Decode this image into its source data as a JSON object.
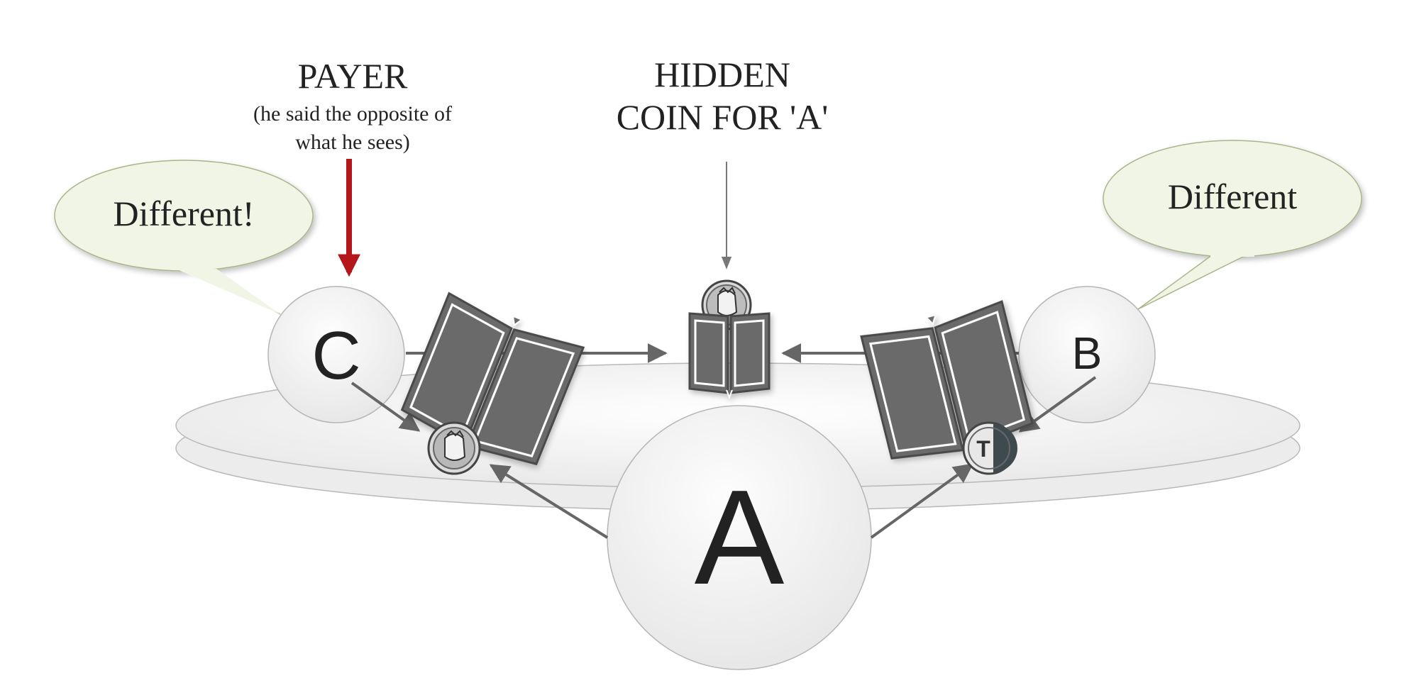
{
  "labels": {
    "payer_title": "PAYER",
    "payer_note_line1": "(he said the opposite of",
    "payer_note_line2": "what he sees)",
    "hidden_line1": "HIDDEN",
    "hidden_line2": "COIN FOR 'A'",
    "bubble_left": "Different!",
    "bubble_right": "Different"
  },
  "participants": {
    "a": "A",
    "b": "B",
    "c": "C"
  },
  "coin_tails_letter": "T",
  "colors": {
    "payer_arrow": "#b5161b",
    "menu_fill": "#6b6b6b",
    "bubble_fill": "#f1f5e6",
    "bubble_stroke": "#a9b58a",
    "text": "#222222"
  },
  "icons": {
    "coin_heads": "coin-heads-icon",
    "coin_tails": "coin-tails-icon",
    "menu_cover": "folding-menu-icon"
  }
}
